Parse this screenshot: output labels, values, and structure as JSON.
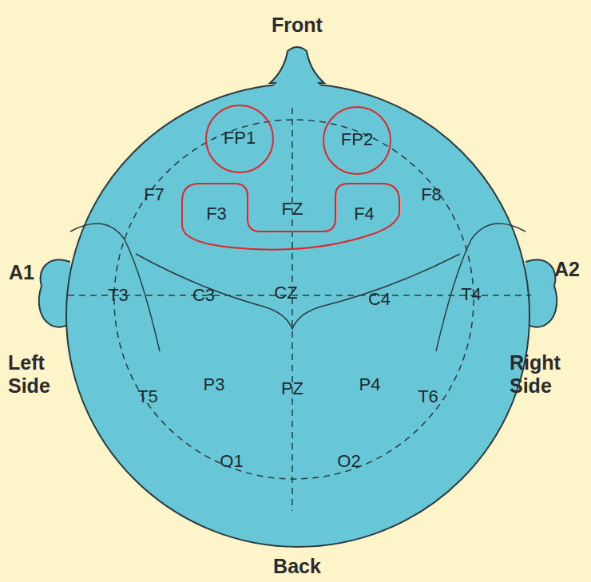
{
  "diagram": {
    "nodes": [
      {
        "text": [
          "FP1"
        ]
      },
      {
        "text": [
          "FP2"
        ]
      },
      {
        "text": [
          "F3",
          "FZ",
          "F4"
        ]
      }
    ],
    "labels": [
      "Front",
      "Left Side",
      "Right Side",
      "F7",
      "F8",
      "A1",
      "A2",
      "T3",
      "C3",
      "CZ",
      "C4",
      "T4",
      "T5",
      "P3",
      "PZ",
      "P4",
      "T6",
      "O1",
      "O2",
      "Back"
    ]
  }
}
